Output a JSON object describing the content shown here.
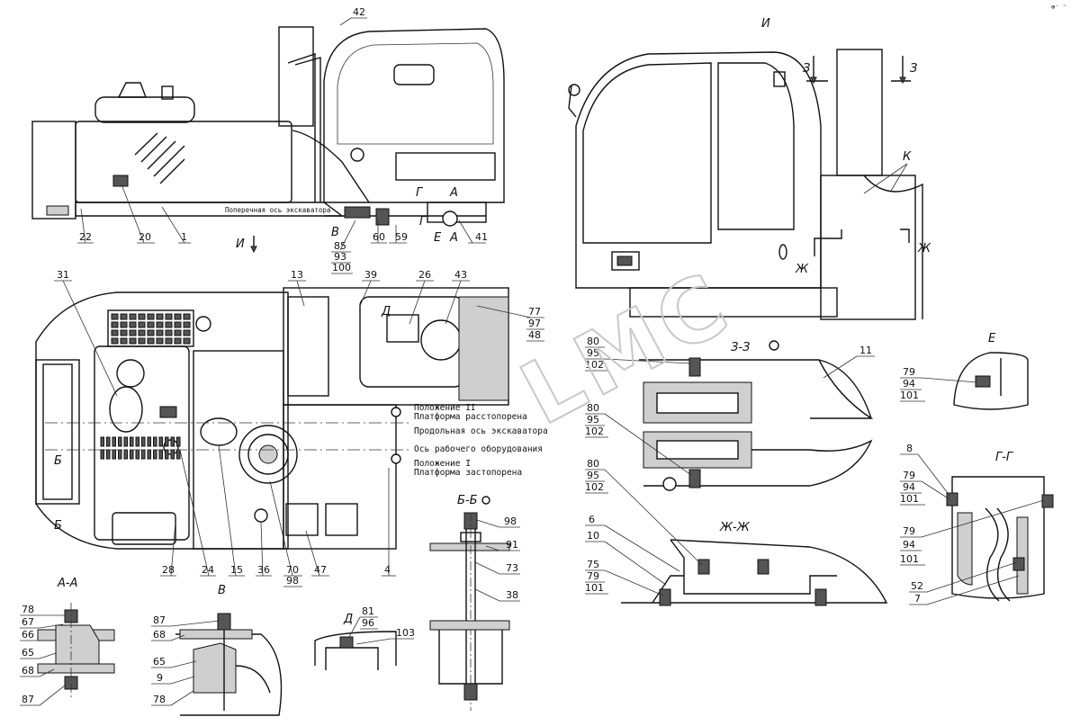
{
  "watermark": "LMC",
  "corner_mark": "⊕⁻ ⁼",
  "views": {
    "I": "И",
    "Z": "З-З",
    "E": "Е",
    "G": "Г-Г",
    "ZH": "Ж-Ж",
    "B": "Б-Б",
    "A": "А-А",
    "V": "В",
    "D": "Д"
  },
  "section_marks": {
    "z3_left": "З",
    "z3_right": "З",
    "k": "К",
    "zh_left": "Ж",
    "zh_right": "Ж",
    "i_arrow": "И",
    "g_top": "Г",
    "a_top": "А",
    "v_side": "В",
    "g_bottom": "Г",
    "e_bottom": "Е",
    "a_bottom": "А",
    "b_top": "Б",
    "b_bottom": "Б",
    "d_mark": "Д"
  },
  "notes": {
    "transverse_axis": "Поперечная ось экскаватора",
    "pos2_line1": "Положение II",
    "pos2_line2": "Платформа расстопорена",
    "longitudinal_axis": "Продольная ось экскаватора",
    "work_axis": "Ось рабочего оборудования",
    "pos1_line1": "Положение I",
    "pos1_line2": "Платформа застопорена"
  },
  "callouts": {
    "c42": "42",
    "c22": "22",
    "c20": "20",
    "c1": "1",
    "c60": "60",
    "c59": "59",
    "c41": "41",
    "c85": "85",
    "c93": "93",
    "c100": "100",
    "c31": "31",
    "c13": "13",
    "c39": "39",
    "c26": "26",
    "c43": "43",
    "c77": "77",
    "c97": "97",
    "c48": "48",
    "c28": "28",
    "c24": "24",
    "c15": "15",
    "c36": "36",
    "c70": "70",
    "c98": "98",
    "c47": "47",
    "c4": "4",
    "c80a": "80",
    "c95a": "95",
    "c102a": "102",
    "c11": "11",
    "c80b": "80",
    "c95b": "95",
    "c102b": "102",
    "c80c": "80",
    "c95c": "95",
    "c102c": "102",
    "c6": "6",
    "c10": "10",
    "c75": "75",
    "c79a": "79",
    "c101a": "101",
    "c79e": "79",
    "c94e": "94",
    "c101e": "101",
    "c8": "8",
    "c79g1": "79",
    "c94g1": "94",
    "c101g1": "101",
    "c79g2": "79",
    "c94g2": "94",
    "c101g2": "101",
    "c52": "52",
    "c7": "7",
    "c98b": "98",
    "c91": "91",
    "c73": "73",
    "c38": "38",
    "c78a": "78",
    "c67": "67",
    "c66": "66",
    "c65a": "65",
    "c68a": "68",
    "c87a": "87",
    "c87b": "87",
    "c68b": "68",
    "c65b": "65",
    "c9": "9",
    "c78b": "78",
    "c81": "81",
    "c96": "96",
    "c103": "103"
  }
}
